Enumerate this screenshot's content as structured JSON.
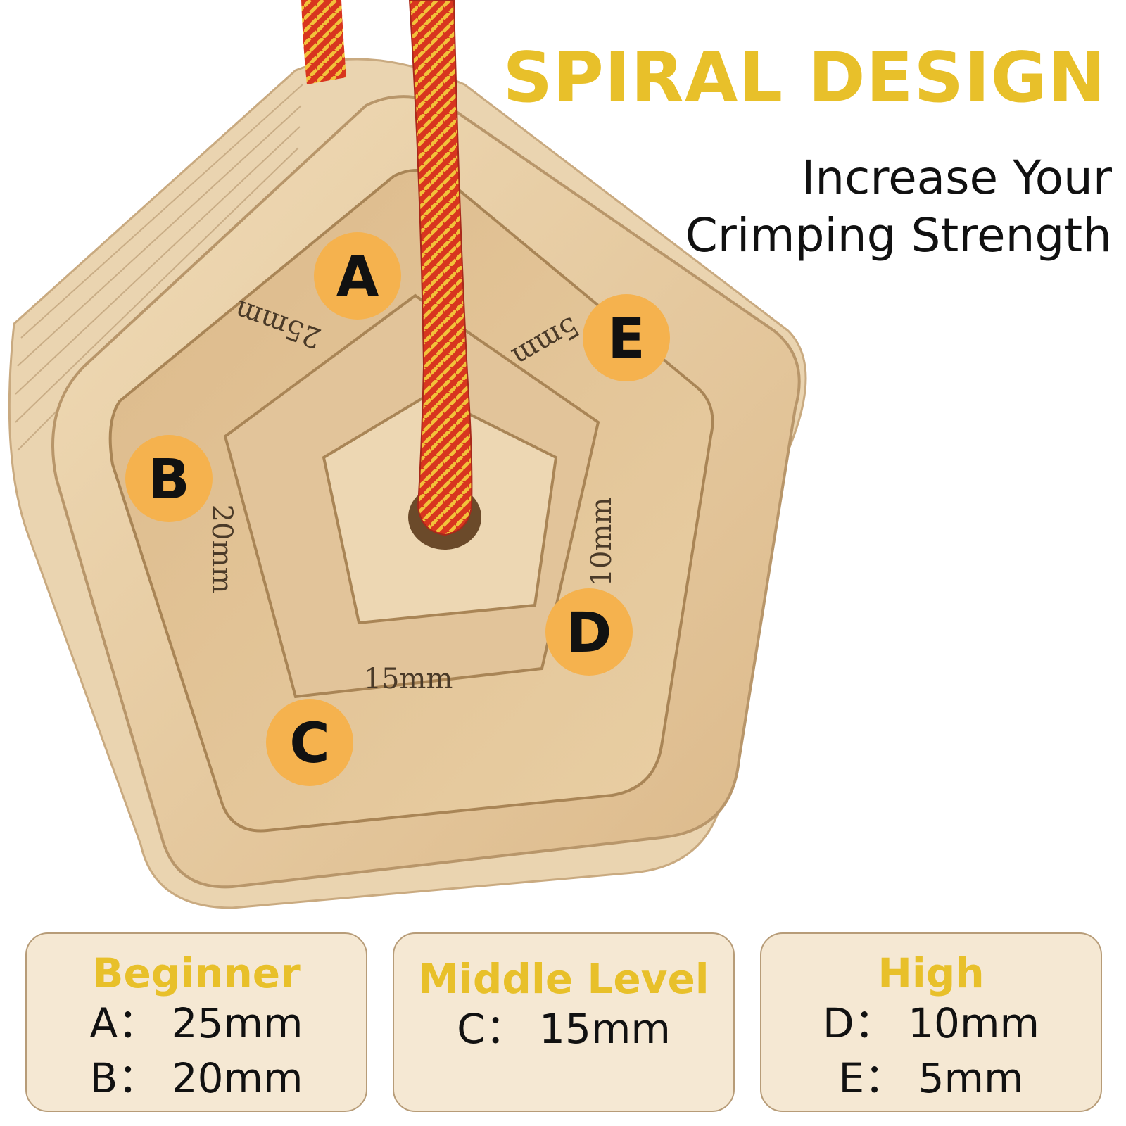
{
  "headline": {
    "text": "SPIRAL DESIGN"
  },
  "tagline": {
    "line1": "Increase Your",
    "line2": "Crimping Strength"
  },
  "markers": [
    {
      "letter": "A",
      "engraving": "25mm"
    },
    {
      "letter": "B",
      "engraving": "20mm"
    },
    {
      "letter": "C",
      "engraving": "15mm"
    },
    {
      "letter": "D",
      "engraving": "10mm"
    },
    {
      "letter": "E",
      "engraving": "5mm"
    }
  ],
  "levels": [
    {
      "title": "Beginner",
      "lines": [
        "A： 25mm",
        "B： 20mm"
      ]
    },
    {
      "title": "Middle Level",
      "lines": [
        "C： 15mm"
      ]
    },
    {
      "title": "High",
      "lines": [
        "D： 10mm",
        "E： 5mm"
      ]
    }
  ],
  "colors": {
    "accent": "#e8c02a",
    "marker": "#f5b24e",
    "wood": "#e6c9a0",
    "rope": "#d8351f"
  }
}
